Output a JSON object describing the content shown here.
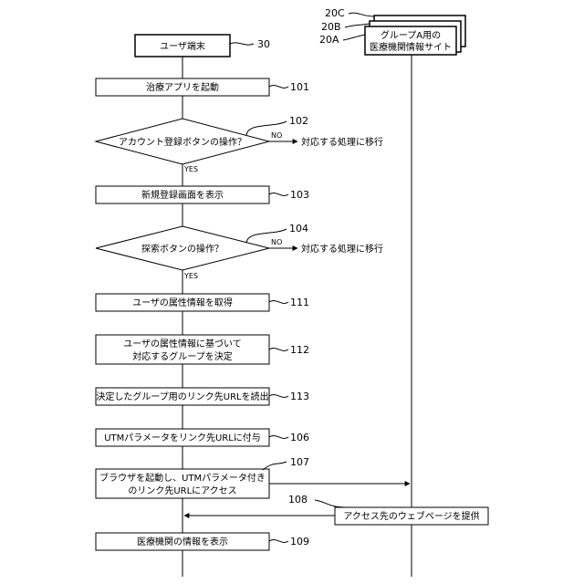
{
  "actors": {
    "user_terminal": {
      "label": "ユーザ端末",
      "ref": "30"
    },
    "site": {
      "line1": "グループA用の",
      "line2": "医療機関情報サイト",
      "refs": [
        "20C",
        "20B",
        "20A"
      ]
    }
  },
  "steps": [
    {
      "id": "s101",
      "text": "治療アプリを起動",
      "ref": "101"
    },
    {
      "id": "s102",
      "text": "アカウント登録ボタンの操作？",
      "ref": "102",
      "no_label": "NO",
      "yes_label": "YES",
      "no_action": "対応する処理に移行"
    },
    {
      "id": "s103",
      "text": "新規登録画面を表示",
      "ref": "103"
    },
    {
      "id": "s104",
      "text": "探索ボタンの操作？",
      "ref": "104",
      "no_label": "NO",
      "yes_label": "YES",
      "no_action": "対応する処理に移行"
    },
    {
      "id": "s111",
      "text": "ユーザの属性情報を取得",
      "ref": "111"
    },
    {
      "id": "s112",
      "text_line1": "ユーザの属性情報に基づいて",
      "text_line2": "対応するグループを決定",
      "ref": "112"
    },
    {
      "id": "s113",
      "text": "決定したグループ用のリンク先URLを読出",
      "ref": "113"
    },
    {
      "id": "s106",
      "text": "UTMパラメータをリンク先URLに付与",
      "ref": "106"
    },
    {
      "id": "s107",
      "text_line1": "ブラウザを起動し、UTMパラメータ付き",
      "text_line2": "のリンク先URLにアクセス",
      "ref": "107"
    },
    {
      "id": "s108",
      "text": "アクセス先のウェブページを提供",
      "ref": "108"
    },
    {
      "id": "s109",
      "text": "医療機関の情報を表示",
      "ref": "109"
    }
  ]
}
